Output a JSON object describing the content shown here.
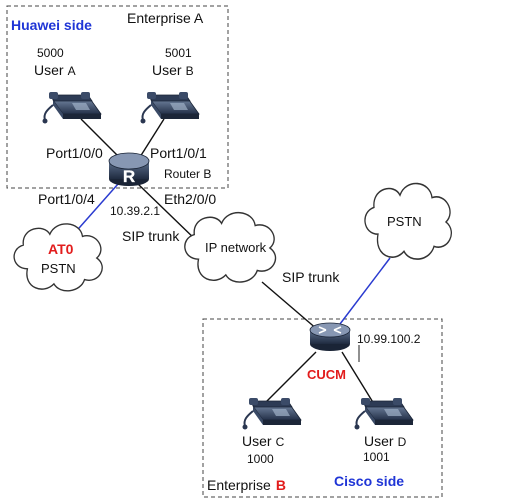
{
  "enterprise_a": {
    "side_label": "Huawei side",
    "title": "Enterprise A",
    "user_a": {
      "number": "5000",
      "label": "User",
      "letter": "A"
    },
    "user_b": {
      "number": "5001",
      "label": "User",
      "letter": "B"
    },
    "router_name": "Router B",
    "router_icon_letter": "R",
    "port_a": "Port1/0/0",
    "port_b": "Port1/0/1",
    "port_pstn": "Port1/0/4",
    "port_eth": "Eth2/0/0",
    "router_ip": "10.39.2.1",
    "trunk_label": "SIP trunk"
  },
  "pstn_left": {
    "tag": "AT0",
    "label": "PSTN"
  },
  "ip_network": {
    "label": "IP network"
  },
  "pstn_right": {
    "label": "PSTN"
  },
  "sip_trunk_right": "SIP trunk",
  "enterprise_b": {
    "title": "Enterprise",
    "title_letter": "B",
    "side_label": "Cisco side",
    "cucm_label": "CUCM",
    "cucm_ip": "10.99.100.2",
    "user_c": {
      "number": "1000",
      "label": "User",
      "letter": "C"
    },
    "user_d": {
      "number": "1001",
      "label": "User",
      "letter": "D"
    }
  },
  "colors": {
    "accent_blue": "#1f35d6",
    "accent_red": "#e21c1c",
    "link_blue": "#2a3bd0",
    "device_dark": "#2f3e58",
    "cloud_fill": "#ffffff"
  }
}
